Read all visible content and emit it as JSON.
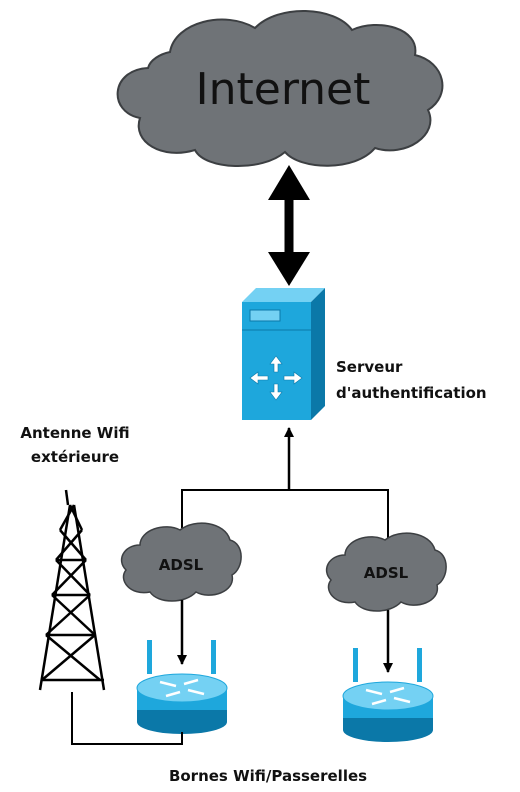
{
  "nodes": {
    "internet": {
      "label": "Internet"
    },
    "server": {
      "label_line1": "Serveur",
      "label_line2": "d'authentification"
    },
    "antenna": {
      "label_line1": "Antenne Wifi",
      "label_line2": "extérieure"
    },
    "adsl_left": {
      "label": "ADSL"
    },
    "adsl_right": {
      "label": "ADSL"
    },
    "routers": {
      "label": "Bornes Wifi/Passerelles"
    }
  },
  "colors": {
    "cloud": "#6f7377",
    "cloud_stroke": "#3c3f42",
    "device_blue": "#1ea7dc",
    "device_dark": "#0b78a8",
    "device_light": "#74d1f3",
    "line": "#000000"
  }
}
